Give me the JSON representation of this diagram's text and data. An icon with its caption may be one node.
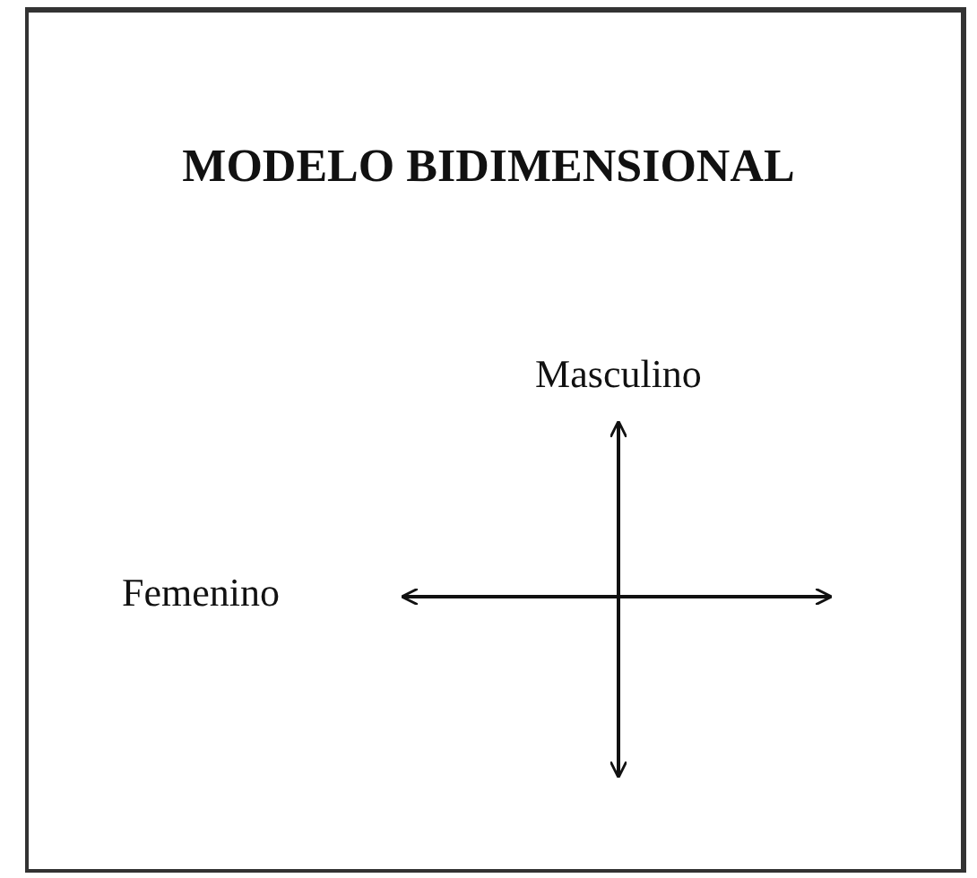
{
  "diagram": {
    "title": "MODELO BIDIMENSIONAL",
    "labels": [
      "Masculino",
      "Femenino"
    ]
  }
}
